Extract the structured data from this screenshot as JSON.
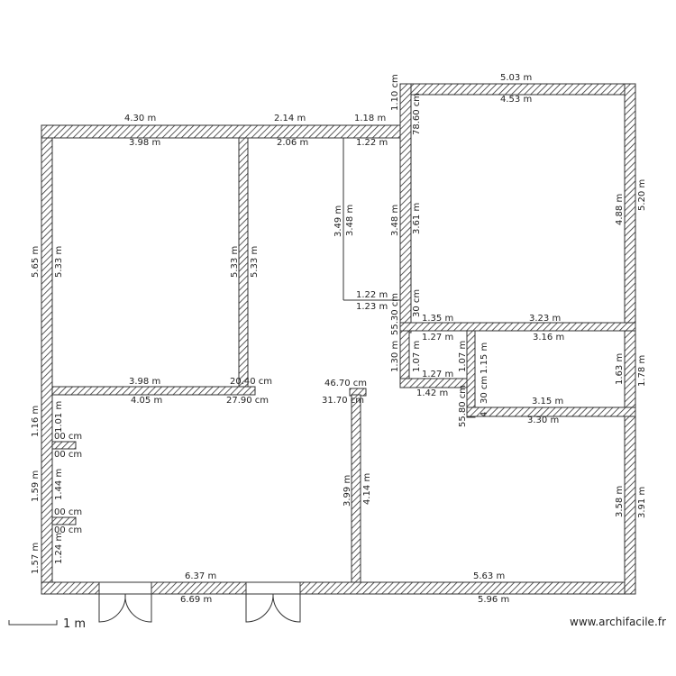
{
  "scale_bar": {
    "label": "1 m"
  },
  "watermark": "www.archifacile.fr",
  "dims": {
    "top_4_30": "4.30 m",
    "top_2_14": "2.14 m",
    "top_1_18": "1.18 m",
    "top_5_03": "5.03 m",
    "in_3_98_top": "3.98 m",
    "in_2_06": "2.06 m",
    "in_1_22_top": "1.22 m",
    "in_4_53": "4.53 m",
    "v_1_10cm": "1.10 cm",
    "v_78_60cm": "78.60 cm",
    "v_3_49": "3.49 m",
    "v_3_48a": "3.48 m",
    "v_3_48b": "3.48 m",
    "v_3_61": "3.61 m",
    "v_4_88": "4.88 m",
    "v_5_20": "5.20 m",
    "v_5_65": "5.65 m",
    "v_5_33a": "5.33 m",
    "v_5_33b": "5.33 m",
    "v_5_33c": "5.33 m",
    "h_1_22_mid": "1.22 m",
    "h_1_23": "1.23 m",
    "v_55_30": "55.30 cm",
    "v_30cm_a": "30 cm",
    "h_1_35": "1.35 m",
    "h_3_23": "3.23 m",
    "h_1_27a": "1.27 m",
    "h_3_16": "3.16 m",
    "v_1_30": "1.30 m",
    "v_1_07a": "1.07 m",
    "v_1_07b": "1.07 m",
    "v_1_15": "1.15 m",
    "v_1_63": "1.63 m",
    "v_1_78": "1.78 m",
    "h_1_27b": "1.27 m",
    "v_30cm_b": "30 cm",
    "h_1_42": "1.42 m",
    "h_3_15": "3.15 m",
    "v_55_80": "55.80 cm",
    "v_4_frag": "4",
    "h_3_30": "3.30 m",
    "h_3_98_mid": "3.98 m",
    "h_4_05": "4.05 m",
    "h_20_40": "20.40 cm",
    "h_27_90": "27.90 cm",
    "h_46_70": "46.70 cm",
    "h_31_70": "31.70 cm",
    "v_1_16": "1.16 m",
    "v_1_01": "1.01 m",
    "h_00cm_a": "00 cm",
    "h_00cm_b": "00 cm",
    "v_1_59": "1.59 m",
    "v_1_44": "1.44 m",
    "h_00cm_c": "00 cm",
    "h_00cm_d": "00 cm",
    "v_1_57": "1.57 m",
    "v_1_24": "1.24 m",
    "v_3_99": "3.99 m",
    "v_4_14": "4.14 m",
    "v_3_58": "3.58 m",
    "v_3_91": "3.91 m",
    "h_6_37": "6.37 m",
    "h_6_69": "6.69 m",
    "h_5_63": "5.63 m",
    "h_5_96": "5.96 m"
  }
}
